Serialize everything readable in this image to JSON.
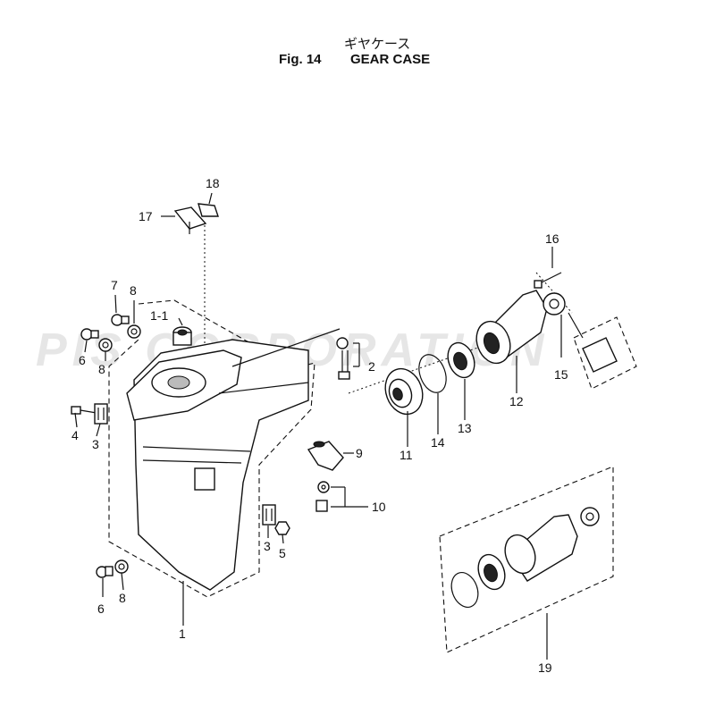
{
  "header": {
    "title_jp": "ギヤケース",
    "figure_number": "Fig. 14",
    "title": "GEAR CASE"
  },
  "watermark": "PIS CORPORATION",
  "callouts": [
    {
      "id": "c1",
      "label": "1"
    },
    {
      "id": "c1-1",
      "label": "1-1"
    },
    {
      "id": "c2",
      "label": "2"
    },
    {
      "id": "c3a",
      "label": "3"
    },
    {
      "id": "c3b",
      "label": "3"
    },
    {
      "id": "c4",
      "label": "4"
    },
    {
      "id": "c5",
      "label": "5"
    },
    {
      "id": "c6a",
      "label": "6"
    },
    {
      "id": "c6b",
      "label": "6"
    },
    {
      "id": "c7",
      "label": "7"
    },
    {
      "id": "c8a",
      "label": "8"
    },
    {
      "id": "c8b",
      "label": "8"
    },
    {
      "id": "c8c",
      "label": "8"
    },
    {
      "id": "c9",
      "label": "9"
    },
    {
      "id": "c10",
      "label": "10"
    },
    {
      "id": "c11",
      "label": "11"
    },
    {
      "id": "c12",
      "label": "12"
    },
    {
      "id": "c13",
      "label": "13"
    },
    {
      "id": "c14",
      "label": "14"
    },
    {
      "id": "c15",
      "label": "15"
    },
    {
      "id": "c16",
      "label": "16"
    },
    {
      "id": "c17",
      "label": "17"
    },
    {
      "id": "c18",
      "label": "18"
    },
    {
      "id": "c19",
      "label": "19"
    }
  ]
}
